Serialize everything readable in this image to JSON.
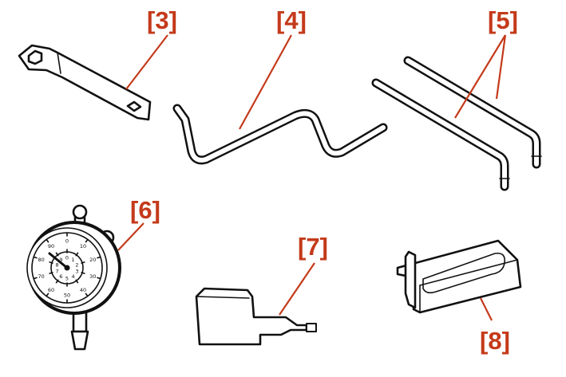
{
  "parts": [
    {
      "id": "3",
      "label": "[3]",
      "icon": "offset-wrench-icon"
    },
    {
      "id": "4",
      "label": "[4]",
      "icon": "bent-rod-icon"
    },
    {
      "id": "5",
      "label": "[5]",
      "icon": "l-pins-icon"
    },
    {
      "id": "6",
      "label": "[6]",
      "icon": "dial-gauge-icon"
    },
    {
      "id": "7",
      "label": "[7]",
      "icon": "gauge-probe-block-icon"
    },
    {
      "id": "8",
      "label": "[8]",
      "icon": "slotted-bracket-icon"
    }
  ],
  "dial": {
    "outer_scale": [
      "0",
      "10",
      "20",
      "30",
      "40",
      "50",
      "60",
      "70",
      "80",
      "90"
    ],
    "inner_scale": [
      "0",
      "1",
      "2",
      "3",
      "4",
      "5",
      "6",
      "7",
      "8",
      "9"
    ]
  },
  "colors": {
    "callout": "#c43a1a",
    "ink": "#111111",
    "background": "#ffffff"
  }
}
